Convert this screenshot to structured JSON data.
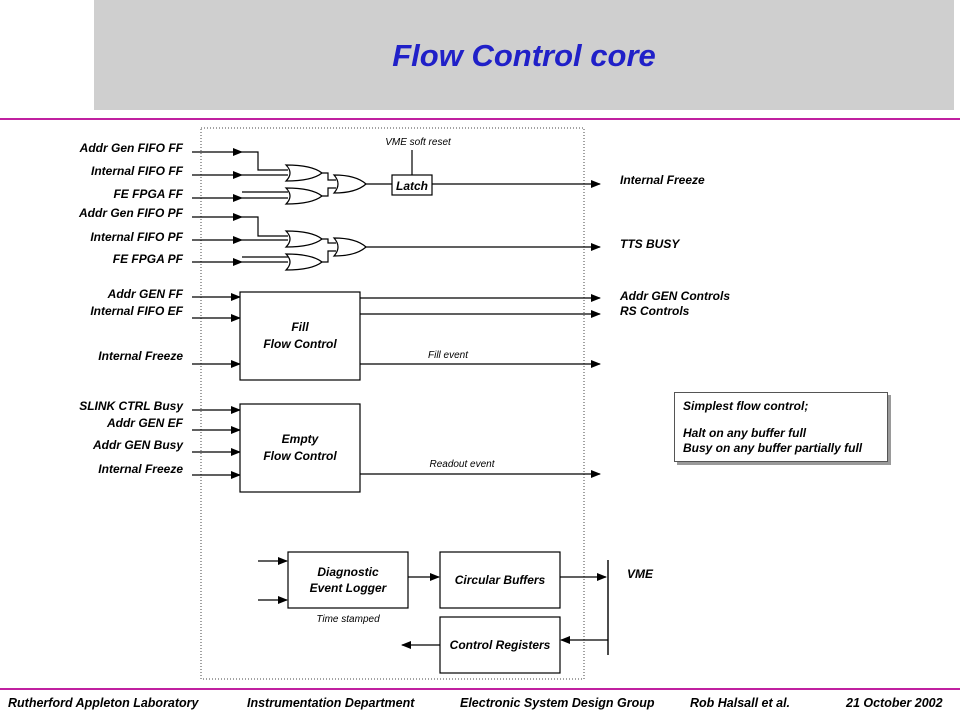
{
  "title": "Flow Control core",
  "inputs": {
    "addr_gen_fifo_ff": "Addr Gen FIFO FF",
    "internal_fifo_ff": "Internal FIFO FF",
    "fe_fpga_ff": "FE FPGA FF",
    "addr_gen_fifo_pf": "Addr Gen FIFO PF",
    "internal_fifo_pf": "Internal FIFO PF",
    "fe_fpga_pf": "FE FPGA PF",
    "addr_gen_ff": "Addr GEN FF",
    "internal_fifo_ef": "Internal FIFO EF",
    "internal_freeze_fill": "Internal Freeze",
    "slink_ctrl_busy": "SLINK CTRL Busy",
    "addr_gen_ef": "Addr GEN EF",
    "addr_gen_busy": "Addr GEN Busy",
    "internal_freeze_empty": "Internal Freeze"
  },
  "outputs": {
    "internal_freeze": "Internal Freeze",
    "tts_busy": "TTS BUSY",
    "addr_gen_controls": "Addr GEN Controls",
    "rs_controls": "RS Controls",
    "vme": "VME"
  },
  "signals": {
    "vme_soft_reset": "VME soft reset",
    "fill_event": "Fill event",
    "readout_event": "Readout event",
    "time_stamped": "Time stamped"
  },
  "blocks": {
    "latch": "Latch",
    "fill_line1": "Fill",
    "fill_line2": "Flow Control",
    "empty_line1": "Empty",
    "empty_line2": "Flow Control",
    "diag_line1": "Diagnostic",
    "diag_line2": "Event Logger",
    "circular_buffers": "Circular Buffers",
    "control_registers": "Control Registers"
  },
  "note": {
    "line1": "Simplest flow control;",
    "line2": "Halt on any buffer full",
    "line3": "Busy on any buffer partially full"
  },
  "footer": {
    "lab": "Rutherford Appleton Laboratory",
    "dept": "Instrumentation Department",
    "group": "Electronic System Design Group",
    "author": "Rob Halsall et al.",
    "date": "21 October 2002"
  }
}
